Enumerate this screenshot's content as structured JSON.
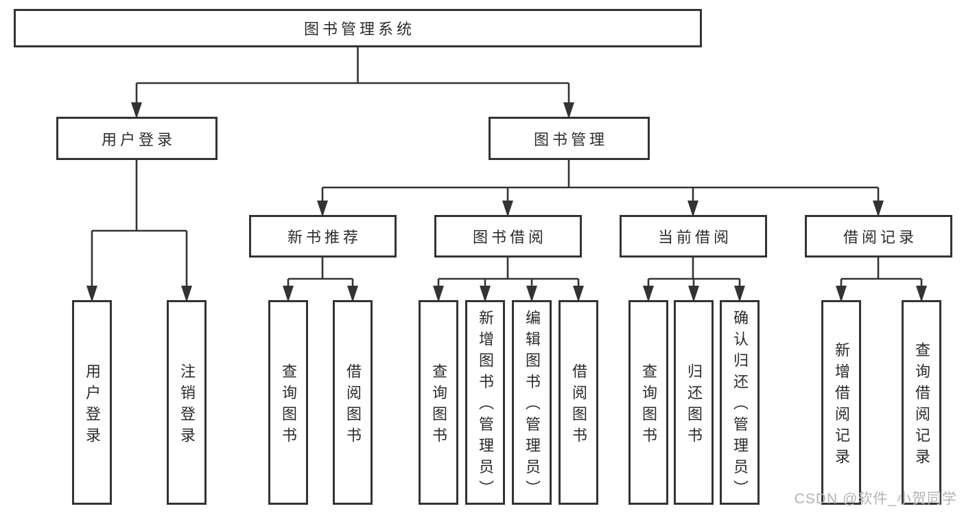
{
  "diagram": {
    "title": "图书管理系统",
    "nodes": {
      "root": "图书管理系统",
      "user_login": "用户登录",
      "book_management": "图书管理",
      "new_book_recommend": "新书推荐",
      "book_borrowing": "图书借阅",
      "current_borrowing": "当前借阅",
      "borrowing_records": "借阅记录",
      "leaf_user_login": "用户登录",
      "leaf_logout": "注销登录",
      "leaf_query_books_recommend": "查询图书",
      "leaf_borrow_books_recommend": "借阅图书",
      "leaf_query_books_borrowing": "查询图书",
      "leaf_add_books_admin": "新增图书（管理员）",
      "leaf_edit_books_admin": "编辑图书（管理员）",
      "leaf_borrow_books_borrowing": "借阅图书",
      "leaf_query_books_current": "查询图书",
      "leaf_return_books": "归还图书",
      "leaf_confirm_return_admin": "确认归还（管理员）",
      "leaf_add_borrowing_record": "新增借阅记录",
      "leaf_query_borrowing_record": "查询借阅记录"
    },
    "colors": {
      "line": "#333333",
      "text": "#2b2b2b",
      "watermark": "#b3b3b3",
      "background": "#ffffff"
    }
  },
  "watermark": "CSDN @软件_小贺同学"
}
